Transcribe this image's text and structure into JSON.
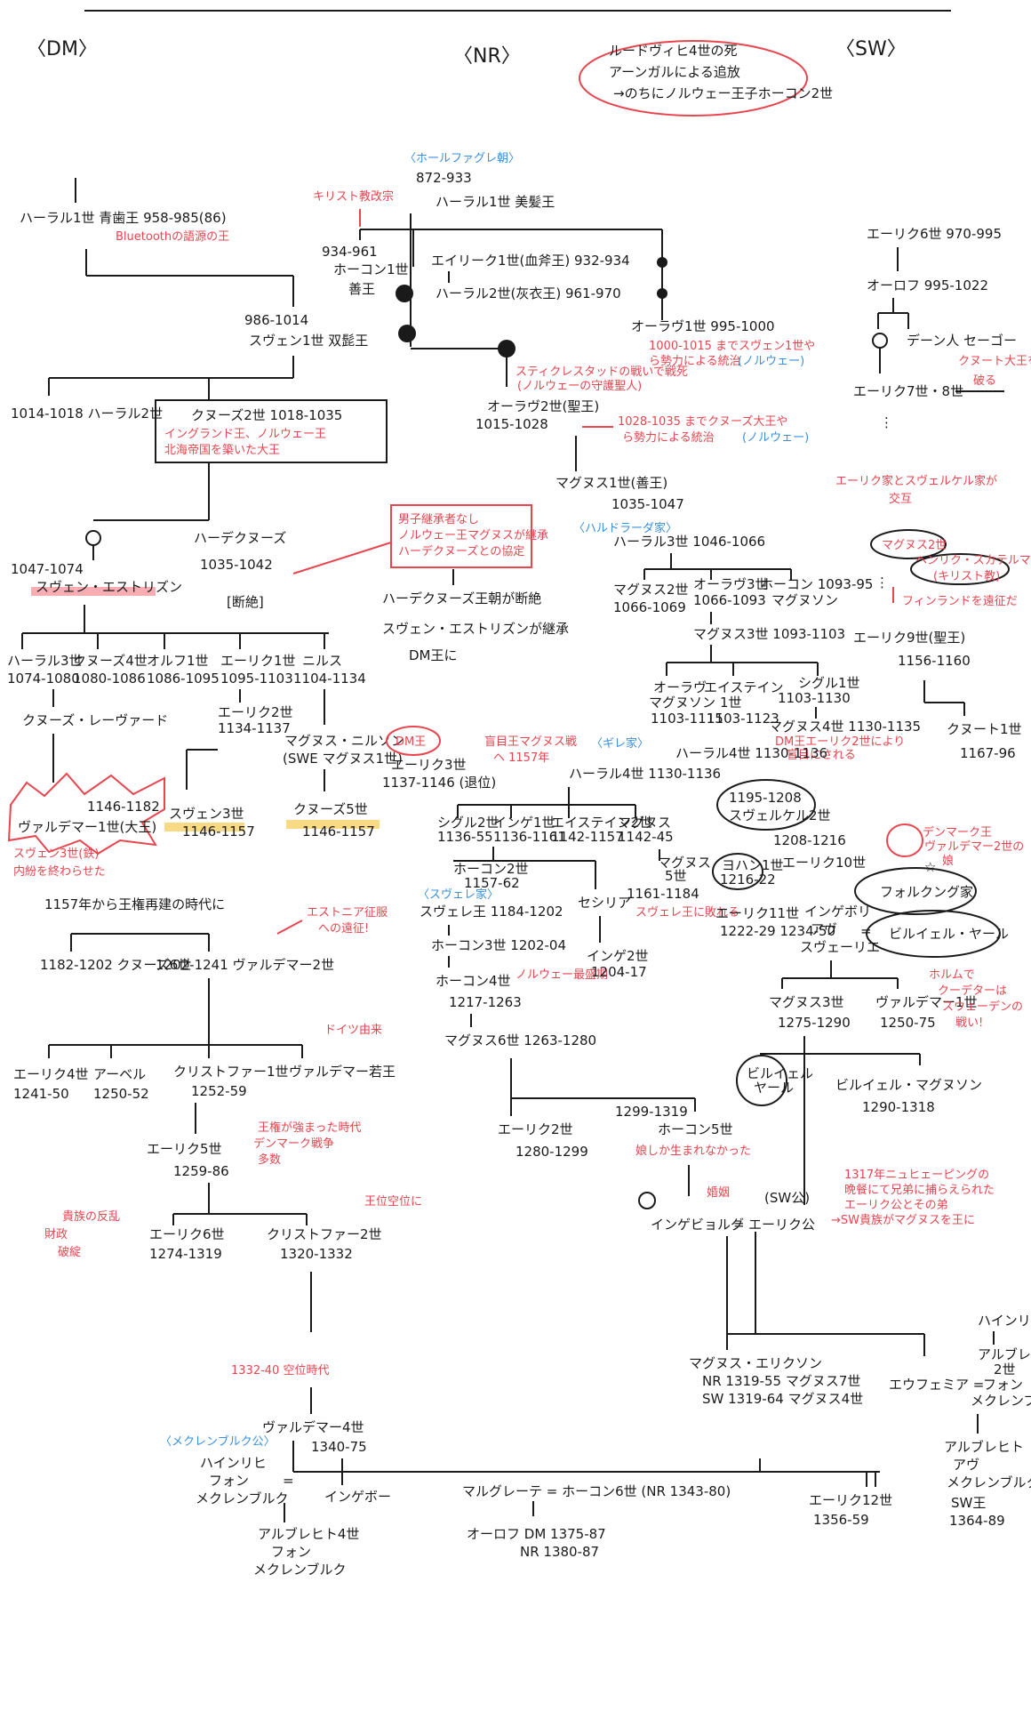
{
  "headers": {
    "dm": "〈DM〉",
    "nr": "〈NR〉",
    "sw": "〈SW〉"
  },
  "nr_note": {
    "line1": "ルードヴィヒ4世の死",
    "line2": "アーンガルによる追放",
    "line3": "→のちにノルウェー王子ホーコン2世"
  },
  "dm": {
    "harald1": "ハーラル1世 青歯王 958-985(86)",
    "harald1_note": "Bluetoothの語源の王",
    "sweyn1_years": "986-1014",
    "sweyn1": "スヴェン1世 双髭王",
    "harald2": "1014-1018 ハーラル2世",
    "cnut_title": "クヌーズ2世 1018-1035",
    "cnut_note1": "イングランド王、ノルウェー王",
    "cnut_note2": "北海帝国を築いた大王",
    "hardeknud": "ハーデクヌーズ",
    "hardeknud_years": "1035-1042",
    "extinct": "[断絶]",
    "estridsen_years": "1047-1074",
    "estridsen": "スヴェン・エストリズン",
    "magnus_note1": "男子継承者なし",
    "magnus_note2": "ノルウェー王マグヌスが継承",
    "magnus_note3": "ハーデクヌーズとの協定",
    "nr_note_a": "ハーデクヌーズ王朝が断絶",
    "nr_note_b": "スヴェン・エストリズンが継承",
    "nr_note_c": "DM王に",
    "sons": [
      {
        "name": "ハーラル3世",
        "years": "1074-1080"
      },
      {
        "name": "クヌーズ4世",
        "years": "1080-1086"
      },
      {
        "name": "オルフ1世",
        "years": "1086-1095"
      },
      {
        "name": "エーリク1世",
        "years": "1095-1103"
      },
      {
        "name": "ニルス",
        "years": "1104-1134"
      }
    ],
    "knud_lavard": "クヌーズ・レーヴァード",
    "erik2": "エーリク2世",
    "erik2_years": "1134-1137",
    "magnus_nilsson": "マグヌス・ニルソン",
    "magnus_nilsson_sub": "(SWE マグヌス1世)",
    "valdemar1_years": "1146-1182",
    "valdemar1": "ヴァルデマー1世(大王)",
    "valdemar1_note1": "スヴェン3世(鉄)",
    "valdemar1_note2": "内紛を終わらせた",
    "sweyn3": "スヴェン3世",
    "sweyn3_years": "1146-1157",
    "knud5": "クヌーズ5世",
    "knud5_years": "1146-1157",
    "era_note": "1157年から王権再建の時代に",
    "estonia": "エストニア征服",
    "estonia2": "への遠征!",
    "knud6": "1182-1202 クヌーズ6世",
    "valdemar2": "1202-1241 ヴァルデマー2世",
    "doubt": "ドイツ由来",
    "gen3": [
      {
        "name": "エーリク4世",
        "years": "1241-50"
      },
      {
        "name": "アーベル",
        "years": "1250-52"
      },
      {
        "name": "クリストファー1世",
        "years": "1252-59"
      },
      {
        "name": "ヴァルデマー若王",
        "years": ""
      }
    ],
    "erik5": "エーリク5世",
    "erik5_years": "1259-86",
    "erik5_note": "王権が強まった時代",
    "erik5_note2": "デンマーク戦争",
    "erik5_note3": "多数",
    "erik6": "エーリク6世",
    "erik6_years": "1274-1319",
    "erik6_note1": "貴族の反乱",
    "erik6_note2": "財政",
    "erik6_note3": "破綻",
    "christopher2": "クリストファー2世",
    "christopher2_years": "1320-1332",
    "christopher2_note": "王位空位に",
    "interregnum": "1332-40 空位時代",
    "valdemar4": "ヴァルデマー4世",
    "valdemar4_years": "1340-75",
    "meck_label": "〈メクレンブルク公〉",
    "meck_henrik1": "ハインリヒ",
    "meck_henrik2": "フォン",
    "meck_henrik3": "メクレンブルク",
    "ingeborg": "インゲボー",
    "albrecht4_1": "アルブレヒト4世",
    "albrecht4_2": "フォン",
    "albrecht4_3": "メクレンブルク",
    "margrethe_line": "マルグレーテ = ホーコン6世 (NR 1343-80)",
    "olav": "オーロフ DM 1375-87",
    "olav2": "NR 1380-87",
    "erik12": "エーリク12世",
    "erik12_years": "1356-59",
    "euphemia": "エウフェミア =",
    "heinrich_1": "ハインリヒ",
    "heinrich_2": "アルブレヒト",
    "heinrich_3": "2世",
    "heinrich_4": "フォン",
    "heinrich_5": "メクレンブルク",
    "albrecht_sw1": "アルブレヒト",
    "albrecht_sw2": "アヴ",
    "albrecht_sw3": "メクレンブルク",
    "albrecht_sw4": "SW王",
    "albrecht_sw5": "1364-89"
  },
  "nr": {
    "fair_label": "〈ホールファグレ朝〉",
    "harald_fair_years": "872-933",
    "harald_fair": "ハーラル1世 美髪王",
    "christian_note": "キリスト教改宗",
    "haakon1_years": "934-961",
    "haakon1": "ホーコン1世",
    "haakon1_note": "善王",
    "erik_blood": "エイリーク1世(血斧王) 932-934",
    "harald_grey": "ハーラル2世(灰衣王) 961-970",
    "olaf1": "オーラヴ1世 995-1000",
    "olaf1_note1": "1000-1015 までスヴェン1世や",
    "olaf1_note2": "ら勢力による統治",
    "olaf1_note3": "(ノルウェー)",
    "olaf2_note1": "スティクレスタッドの戦いで戦死",
    "olaf2_note2": "(ノルウェーの守護聖人)",
    "olaf2": "オーラヴ2世(聖王)",
    "olaf2_years": "1015-1028",
    "cnut_rule1": "1028-1035 までクヌーズ大王や",
    "cnut_rule2": "ら勢力による統治",
    "cnut_rule3": "(ノルウェー)",
    "magnus1": "マグヌス1世(善王)",
    "magnus1_years": "1035-1047",
    "hardrada_label": "〈ハルドラーダ家〉",
    "harald3": "ハーラル3世 1046-1066",
    "magnus2": "マグヌス2世",
    "magnus2_years": "1066-1069",
    "olaf3": "オーラヴ3世",
    "olaf3_years": "1066-1093",
    "haakon_magnusson": "ホーコン 1093-95",
    "haakon_magnusson2": "マグヌソン",
    "magnus3": "マグヌス3世 1093-1103",
    "oystein": "エイステイン",
    "oystein2": "1世",
    "oystein_years": "1103-1123",
    "olaf_m": "オーラヴ",
    "olaf_m2": "マグヌソン",
    "olaf_m_years": "1103-1115",
    "sigurd": "シグル1世",
    "sigurd_years": "1103-1130",
    "magnus4": "マグヌス4世 1130-1135",
    "magnus4_note1": "DM王エーリク2世により",
    "magnus4_note2": "盲目にされる",
    "harald_g": "ハーラル4世 1130-1136",
    "harald_g_label": "〈ギレ家〉",
    "blind_note": "盲目王マグヌス戦",
    "blind_note2": "ヘ 1157年",
    "dm_label": "DM王",
    "erik3_dm": "エーリク3世",
    "erik3_years": "1137-1146 (退位)",
    "kristin_label": "〈スヴェレ家〉",
    "sverre": "スヴェレ王 1184-1202",
    "sverre_kids": [
      {
        "name": "シグル2世",
        "years": "1136-55"
      },
      {
        "name": "インゲ1世",
        "years": "1136-1161"
      },
      {
        "name": "エイステイン2世",
        "years": "1142-1157"
      },
      {
        "name": "マグヌス",
        "years": "1142-45"
      }
    ],
    "haakon2": "ホーコン2世",
    "haakon2_years": "1157-62",
    "magnus5": "マグヌス",
    "magnus5b": "5世",
    "magnus5_years": "1161-1184",
    "magnus5_note": "スヴェレ王に敗れる",
    "sigurd_m": "セシリア",
    "haakon3": "ホーコン3世 1202-04",
    "inge2": "インゲ2世",
    "inge2_years": "1204-17",
    "haakon4": "ホーコン4世",
    "haakon4_note": "ノルウェー最盛期",
    "haakon4_years": "1217-1263",
    "magnus6": "マグヌス6世 1263-1280",
    "erik2_nr": "エーリク2世",
    "erik2_nr_years": "1280-1299",
    "haakon5_years": "1299-1319",
    "haakon5": "ホーコン5世",
    "haakon5_note": "娘しか生まれなかった",
    "ingebjorg": "インゲビョルグ",
    "ingebjorg_note": "婚姻",
    "sw_paren": "(SW公)",
    "erik_sw": "エーリク公",
    "erik_sw_note1": "1317年ニュヒェーピングの",
    "erik_sw_note2": "晩餐にて兄弟に捕らえられた",
    "erik_sw_note3": "エーリク公とその弟",
    "erik_sw_note4": "→SW貴族がマグヌスを王に",
    "magnus_eriksson1": "マグヌス・エリクソン",
    "magnus_eriksson2": "NR 1319-55 マグヌス7世",
    "magnus_eriksson3": "SW 1319-64 マグヌス4世"
  },
  "sw": {
    "erik6": "エーリク6世 970-995",
    "olof": "オーロフ 995-1022",
    "estrid": "デーン人 セーゴー",
    "cnut_note": "クヌート大王を",
    "cnut_note2": "破る",
    "erik7": "エーリク7世・8世",
    "dots": "⋮",
    "feud1": "エーリク家とスヴェルケル家が",
    "feud2": "交互",
    "magnus_h": "マグヌス2世",
    "sverker_note1": "ヘンリク・スカテルマン",
    "sverker_note2": "(キリスト教)",
    "finland": "フィンランドを遠征だ",
    "erik9": "エーリク9世(聖王)",
    "erik9_years": "1156-1160",
    "knut1": "クヌート1世",
    "knut1_years": "1167-96",
    "sverker2_years": "1195-1208",
    "sverker2": "スヴェルケル2世",
    "erik10_years": "1208-1216",
    "erik10": "エーリク10世",
    "erik10_note1": "デンマーク王",
    "erik10_note2": "ヴァルデマー2世の",
    "erik10_note3": "娘",
    "folkung": "フォルクング家",
    "birger_family": "ビルイェル・ヤール",
    "john1": "ヨハン1世",
    "john1_years": "1216-22",
    "erik11": "エーリク11世",
    "erik11_years": "1222-29 1234-50",
    "ingeborg_2": "インゲボリ",
    "ingeborg_3": "アヴ",
    "ingeborg_4": "スヴェーリエ",
    "magnus3sw": "マグヌス3世",
    "magnus3sw_years": "1275-1290",
    "valdemar_sw": "ヴァルデマー1世",
    "valdemar_sw_years": "1250-75",
    "valdemar_note1": "ホルムで",
    "valdemar_note2": "クーデターは",
    "valdemar_note3": "スウェーデンの",
    "valdemar_note4": "戦い!",
    "jarl": "ビルイェル",
    "jarl2": "ヤール",
    "birger_m": "ビルイェル・マグヌソン",
    "birger_m_years": "1290-1318"
  }
}
